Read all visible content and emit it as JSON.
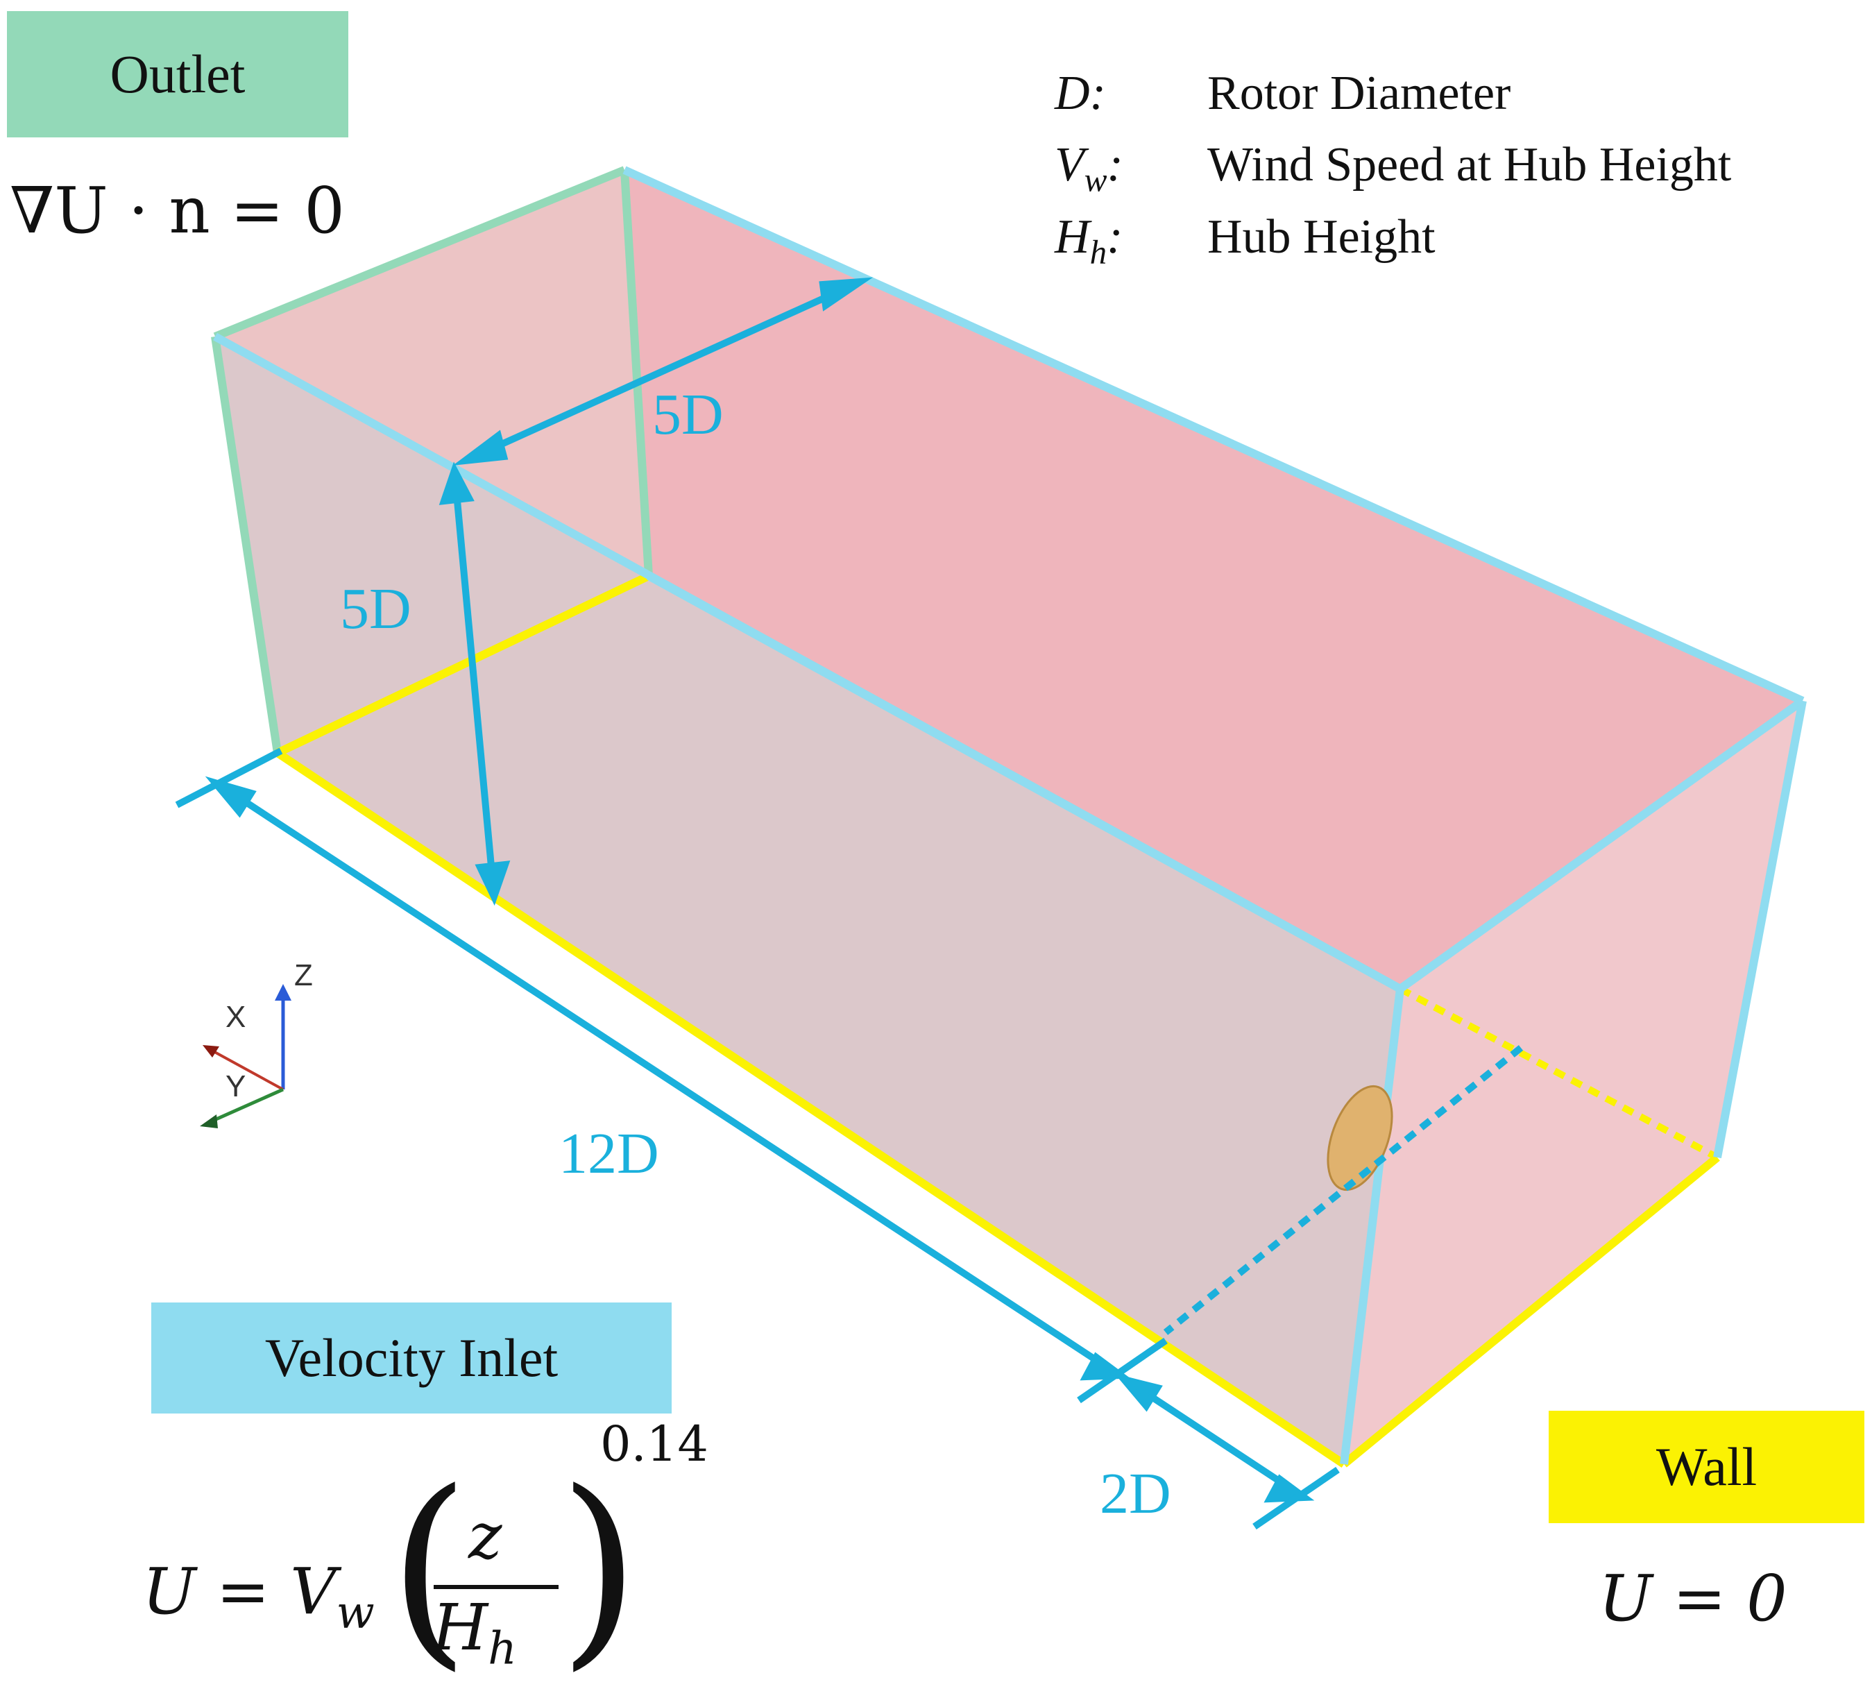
{
  "boundaries": {
    "outlet": {
      "label": "Outlet",
      "equation": "∇U · n = 0",
      "color": "#93d9b8"
    },
    "inlet": {
      "label": "Velocity Inlet",
      "equation_lhs": "U = V",
      "equation_lhs_sub": "w",
      "frac_num": "z",
      "frac_den": "H",
      "frac_den_sub": "h",
      "exponent": "0.14",
      "color": "#8fdcf0"
    },
    "wall": {
      "label": "Wall",
      "equation": "U = 0",
      "color": "#fbf203"
    }
  },
  "legend": [
    {
      "symbol": "D",
      "sub": "",
      "text": "Rotor Diameter"
    },
    {
      "symbol": "V",
      "sub": "w",
      "text": "Wind Speed at Hub Height"
    },
    {
      "symbol": "H",
      "sub": "h",
      "text": "Hub Height"
    }
  ],
  "dimensions": {
    "width": "5D",
    "height": "5D",
    "downstream": "12D",
    "upstream": "2D"
  },
  "axes": {
    "x": "X",
    "y": "Y",
    "z": "Z"
  }
}
